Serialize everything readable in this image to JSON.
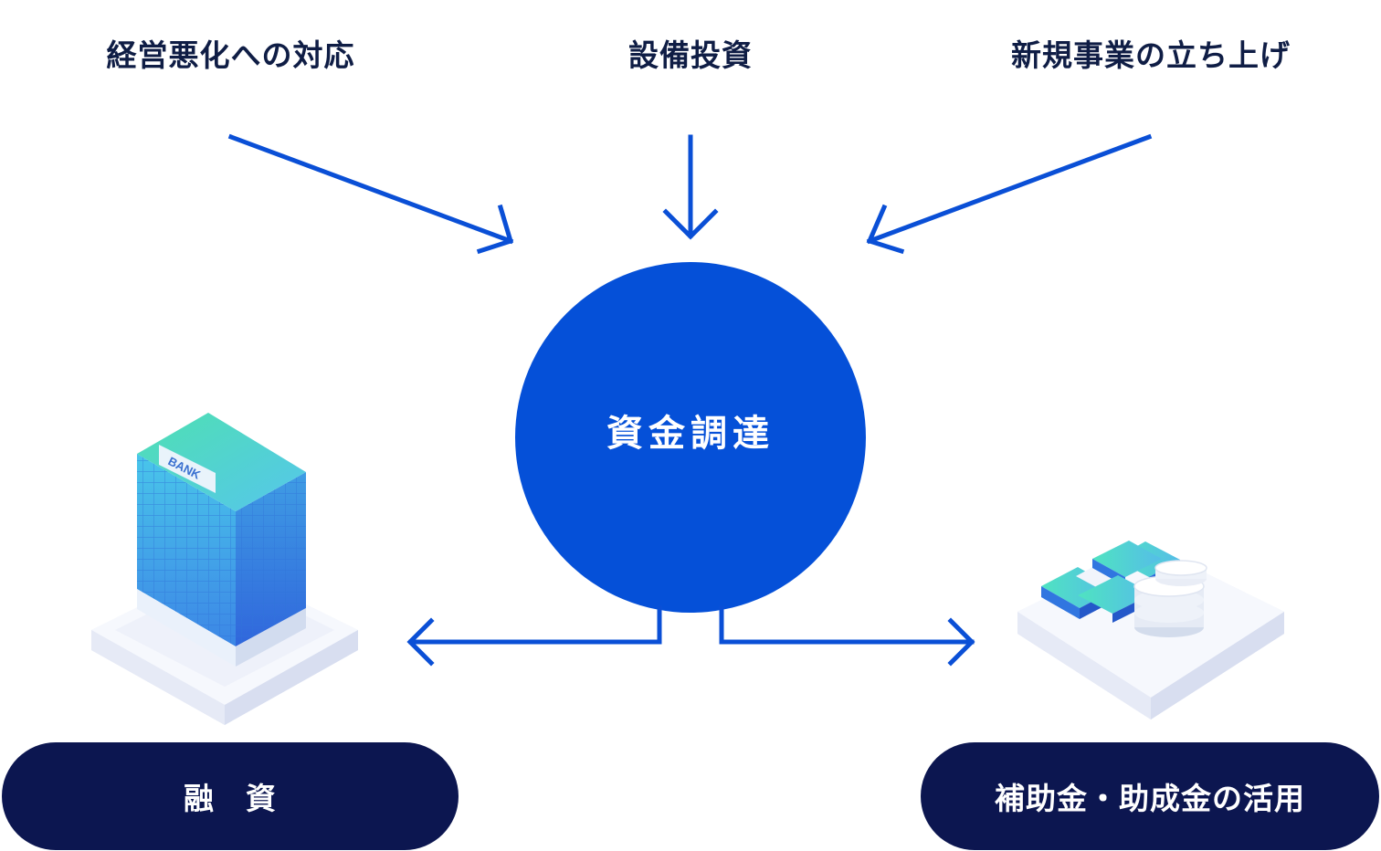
{
  "diagram": {
    "inputs": [
      "経営悪化への対応",
      "設備投資",
      "新規事業の立ち上げ"
    ],
    "center": "資金調達",
    "outputs": [
      "融　資",
      "補助金・助成金の活用"
    ],
    "bank_sign": "BANK"
  },
  "colors": {
    "arrow": "#0a4fd6",
    "circle": "#0550d8",
    "pill": "#0c1650",
    "label_text": "#0f1d45"
  },
  "icons": {
    "bank": "bank-building-icon",
    "money": "money-stack-coins-icon"
  }
}
